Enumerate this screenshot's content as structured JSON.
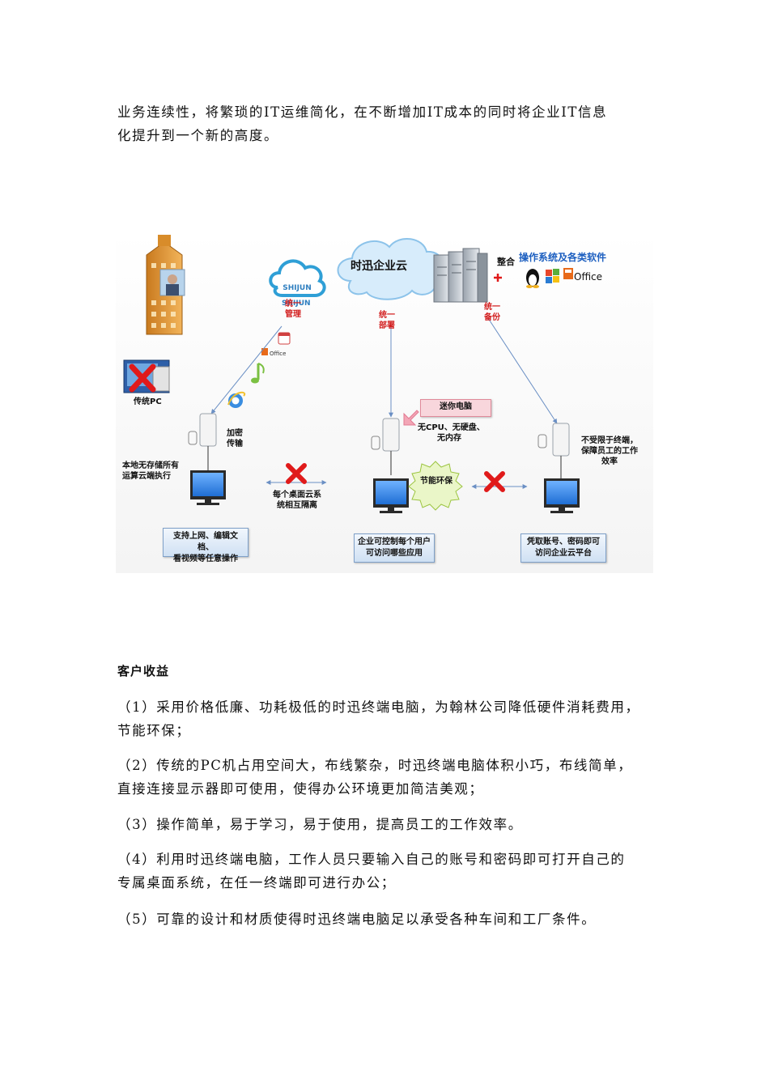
{
  "intro": {
    "line1": "业务连续性，将繁琐的IT运维简化，在不断增加IT成本的同时将企业IT信息",
    "line2": "化提升到一个新的高度。"
  },
  "diagram": {
    "cloud": "时迅企业云",
    "logo_text": "SHIJUN",
    "unify_manage": [
      "统一",
      "管理"
    ],
    "unify_deploy": [
      "统一",
      "部署"
    ],
    "unify_backup": [
      "统一",
      "备份"
    ],
    "integrate": "整合",
    "os_software": "操作系统及各类软件",
    "office": "Office",
    "traditional_pc": "传统PC",
    "encrypt": [
      "加密",
      "传输"
    ],
    "local_no_storage": [
      "本地无存储所有",
      "运算云端执行"
    ],
    "isolation": [
      "每个桌面云系",
      "统相互隔离"
    ],
    "mini_pc": "迷你电脑",
    "no_hw": [
      "无CPU、无硬盘、",
      "无内存"
    ],
    "energy": "节能环保",
    "unlimited": [
      "不受限于终端，",
      "保障员工的工作",
      "效率"
    ],
    "box1": [
      "支持上网、编辑文档、",
      "看视频等任意操作"
    ],
    "box2": [
      "企业可控制每个用户",
      "可访问哪些应用"
    ],
    "box3": [
      "凭取账号、密码即可",
      "访问企业云平台"
    ]
  },
  "benefits": {
    "heading": "客户收益",
    "items": [
      {
        "l1": "（1）采用价格低廉、功耗极低的时迅终端电脑，为翰林公司降低硬件消耗费用，",
        "l2": "节能环保；"
      },
      {
        "l1": "（2）传统的PC机占用空间大，布线繁杂，时迅终端电脑体积小巧，布线简单，",
        "l2": "直接连接显示器即可使用，使得办公环境更加简洁美观；"
      },
      {
        "l1": "（3）操作简单，易于学习，易于使用，提高员工的工作效率。",
        "l2": ""
      },
      {
        "l1": "（4）利用时迅终端电脑，工作人员只要输入自己的账号和密码即可打开自己的",
        "l2": "专属桌面系统，在任一终端即可进行办公；"
      },
      {
        "l1": "（5）可靠的设计和材质使得时迅终端电脑足以承受各种车间和工厂条件。",
        "l2": ""
      }
    ]
  }
}
